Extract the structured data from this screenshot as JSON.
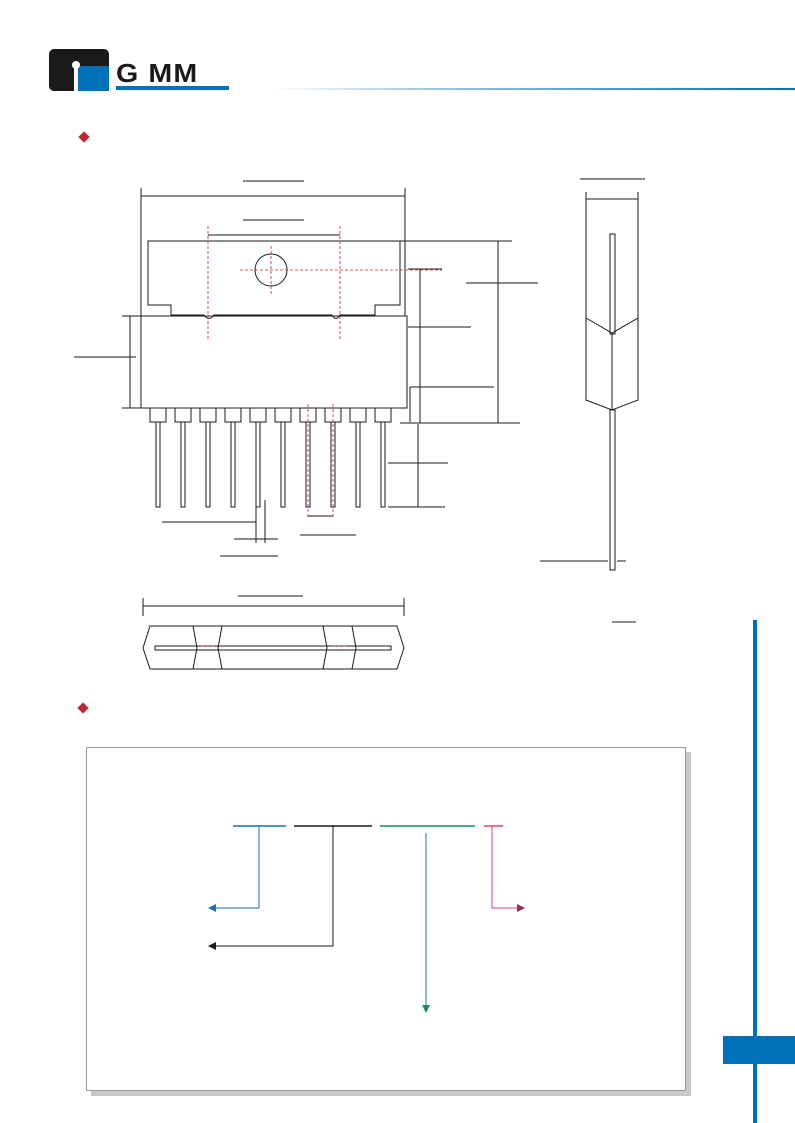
{
  "header": {
    "logo_text": "G  MM",
    "colors": {
      "brand_blue": "#0070b8",
      "bullet_red": "#c0272d",
      "dark": "#1a1a1a"
    }
  },
  "sections": [
    {
      "bullet_icon": "red-diamond-bullet"
    },
    {
      "bullet_icon": "red-diamond-bullet"
    }
  ],
  "ordering_diagram": {
    "line_colors": {
      "segment_1": "#1f6fa8",
      "segment_2": "#1a1a1a",
      "segment_3": "#1e8a5a",
      "segment_4": "#d64a6a"
    }
  }
}
